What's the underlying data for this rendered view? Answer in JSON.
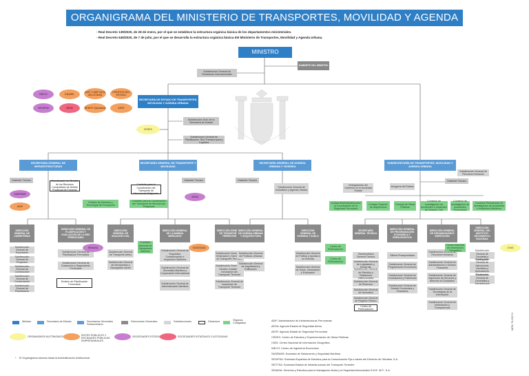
{
  "header": {
    "title": "ORGANIGRAMA DEL MINISTERIO DE TRANSPORTES, MOVILIDAD Y AGENDA URBANA",
    "decree1": "-  Real Decreto 139/2020, de 28 de enero, por el que se establece la estructura orgánica básica de los departamentos ministeriales.",
    "decree2": "-  Real Decreto 645/2020, de 7 de julio, por el que se desarrolla la estructura orgánica básica del Ministerio de Transportes, Movilidad y Agenda Urbana."
  },
  "top": {
    "ministro": "MINISTRO",
    "gabinete": "GABINETE DEL MINISTRO",
    "sg_relaciones": "Subdirección General de Relaciones Internacionales"
  },
  "ovals_top": [
    "INECO",
    "ENAIRE",
    "ADIF Y ADIF ALTA VELOCIDAD",
    "PUERTOS DEL ESTADO",
    "SEGIPSA",
    "AESA",
    "RENFE Operadora",
    "AESF"
  ],
  "seitma": {
    "name": "SECRETARÍA DE ESTADO DE TRANSPORTES, MOVILIDAD Y AGENDA URBANA",
    "cedex": "CEDEX",
    "gabinete": "Subdirección Gral. de la Secretaría de Estado",
    "planif": "Subdirección General de Planificación, Red Transeuropea y Logística"
  },
  "secretarias": {
    "infra": "SECRETARÍA GENERAL DE INFRAESTRUCTURAS",
    "transp": "SECRETARÍA GENERAL DE TRANSPORTE Y MOVILIDAD",
    "agenda": "SECRETARÍA GENERAL DE AGENDA URBANA Y VIVIENDA",
    "subsec": "SUBSECRETARÍA DE TRANSPORTES, MOVILIDAD Y AGENDA URBANA"
  },
  "gabinetes": {
    "infra": "Gabinete Técnico",
    "transp": "Gabinete Técnico",
    "agenda": "Gabinete Técnico",
    "subsec": "Gabinete Técnico"
  },
  "infra_col": {
    "coord": "Coordinación de Gestión de los Recursos Compartidos de Ámbito Provincial de Fomento",
    "sasemar": "SASEMAR",
    "adif": "ADIF",
    "dirs": [
      {
        "name": "DIRECCIÓN GENERAL DE CARRETERAS",
        "subs": [
          "Subdirección General de Explotación",
          "Subdirección General de Proyectos",
          "Subdirección General de Construcción",
          "Subdirección General de Conservación",
          "Subdirección General de Planificación"
        ]
      },
      {
        "name": "DIRECCIÓN GENERAL DE PLANIFICACIÓN Y EVALUACIÓN DE LA RED FERROVIARIA",
        "subs": [
          "Subdirección General de Planificación Ferroviaria",
          "Subdirección General de Evaluación y Seguimiento Ferroviario"
        ],
        "extra": "División de Planificación Ferroviaria"
      }
    ]
  },
  "transp_col": {
    "adm1": "Comisión para la Coordinación del Transporte de Mercancías Peligrosas",
    "adm2": "División de Estudios y Tecnología del Transporte",
    "adm3": "Comisión para la Coordinación del Transporte de Mercancías Peligrosas",
    "aena": "AENA",
    "dirs": [
      {
        "name": "DIRECCIÓN GENERAL DE AVIACIÓN CIVIL",
        "subs": [
          "Subdirección General de Transporte Aéreo",
          "Subdirección General de Aeropuertos y Navegación Aérea"
        ],
        "oval": "SENASA"
      },
      {
        "name": "DIRECCIÓN GENERAL DE LA MARINA MERCANTE",
        "subs": [
          "Subdirección General de Seguridad, Contaminación e Inspección Marítima",
          "Subdirección General de Normativa Marítima y Cooperación Internacional",
          "Subdirección General de Administración Marítima"
        ],
        "green": "Comisión Nacional de Salvamento Marítimo"
      },
      {
        "name": "DIRECCIÓN GENERAL DE TRANSPORTE TERRESTRE",
        "subs": [
          "Subdirección General de Ordenación y Normativa de Transporte Terrestre",
          "Subdirección General de Gestión, Análisis e Innovación del Transporte Terrestre",
          "Subdirección General de Inspección de Transporte Terrestre"
        ],
        "oval": "SOCIEDAD"
      }
    ]
  },
  "agenda_col": {
    "sg_urbanismo": "Subdirección General de Urbanismo y Agenda Urbana",
    "dirs": [
      {
        "name": "DIRECCIÓN GENERAL DE AGENDA URBANA Y ARQUITECTURA",
        "subs": [
          "Subdirección General de Políticas Urbanas",
          "Subdirección General de Arquitectura y Edificación"
        ]
      },
      {
        "name": "DIRECCIÓN GENERAL DE VIVIENDA Y SUELO",
        "subs": [
          "Subdirección General de Política y Ayudas a la Vivienda",
          "Subdirección General de Suelo, Información y Evaluación"
        ]
      }
    ]
  },
  "subsec_col": {
    "right": "Subdirección General de Recursos Humanos",
    "sg_mid": "Delegaciones del Gobierno en la Sociedad Estatal",
    "sg_mid2": "Abogacía del Estado",
    "greens": [
      "Unidad Administrativa para la Coordinación de la Seguridad Ferroviaria",
      "Consejo Superior de Arquitectura",
      "Consejo de Obras Públicas",
      "Comisión de Investigación de Accidentes e Incidentes de Aviación Civil",
      "Comisión de Investigación de Accidentes Ferroviarios",
      "Comisión Permanente de Investigación de Accidentes e Incidentes Marítimos"
    ],
    "dirs": [
      {
        "name": "SECRETARÍA GENERAL TÉCNICA",
        "subs": [
          "Vicesecretaría General Técnica",
          "Subdirección General de Legislación y Desarrollo",
          "Subdirección General de Estudios y Relaciones Institucionales",
          "Subdirección General de Recursos",
          "Subdirección General de Normativa",
          "Subdirección General de Registro Público"
        ],
        "greens": [
          "Centro de Publicaciones",
          "Centro de Publicaciones"
        ],
        "white": "Centro de Publicaciones"
      },
      {
        "name": "DIRECCIÓN GENERAL DE PROGRAMACIÓN ECONÓMICA Y PRESUPUESTOS",
        "subs": [
          "Oficina Presupuestaria",
          "Subdirección General de Programación Económica",
          "Subdirección General de Contratación y Patrimonio",
          "Subdirección General de Gestión Económica y Financiera"
        ]
      },
      {
        "name": "DIRECCIÓN GENERAL DE ORGANIZACIÓN E INSPECCIÓN",
        "subs": [
          "Subdirección General de Recursos Humanos",
          "Subdirección General de Administración y Gestión Financiera",
          "Subdirección General de Inspección de Servicios y Atención al Ciudadano",
          "Subdirección General de Tecnologías de la Información",
          "Subdirección General de Información y Transparencia"
        ]
      },
      {
        "name": "DIRECCIÓN GENERAL DEL INSTITUTO GEOGRÁFICO NACIONAL",
        "subs": [
          "Subdirección General de Geodesia y Cartografía",
          "Subdirección General de Astronomía, Geofísica y Aplicaciones Espaciales",
          "Subdirección General de Geomática y Teledetección"
        ],
        "greens": [
          "Centro Nacional de Información Geográfica"
        ],
        "oval": "CNIG"
      }
    ]
  },
  "legend": {
    "items": [
      "Ministro",
      "Secretaría de Estado",
      "Secretarías Generales Subsecretaría",
      "Direcciones Generales",
      "Subdirecciones",
      "Divisiones",
      "Órganos Colegiados"
    ],
    "ovals": [
      "ORGANISMOS AUTÓNOMOS Y AGENCIAS",
      "ENTES PÚBLICOS Y ENTIDADES PÚBLICAS EMPRESARIALES",
      "SOCIEDADES ESTATALES",
      "SOCIEDADES ESTATALES CUOTIZADAS"
    ],
    "note": "El Organigrama alcanza hasta la Administración Institucional.",
    "colors": {
      "ministro": "#2f7fc6",
      "secest": "#2f7fc6",
      "secgen": "#5b9bd5",
      "dirgen": "#8a8a8a",
      "subdir": "#d5d5d5",
      "green": "#7fd18a"
    }
  },
  "abbreviations": [
    "ADIF: Administrador de Infraestructuras Ferroviarias",
    "AESA: Agencia Estatal de Seguridad Aérea",
    "AESF: Agencia Estatal de Seguridad Ferroviaria",
    "CEDEX: Centro de Estudios y Experimentación de Obras Públicas",
    "CNIG: Centro Nacional de Información Geográfica",
    "INECO: Centro de Ingeniería Económica",
    "SASEMAR: Sociedad de Salvamento y Seguridad Marítima",
    "SEGIPSA: Sociedad Española de Estudios para la Comunicación Fija a través del Estrecho de Gibraltar, S.A.",
    "SEITTSA: Sociedad Estatal de Infraestructuras del Transporte Terrestre",
    "SENASA: Servicios y Estudios para la Navegación Aérea y la Seguridad Aeronáutica S.M.E. M.P., S.A."
  ],
  "footer_code": "NIPO: 79-0907-9"
}
